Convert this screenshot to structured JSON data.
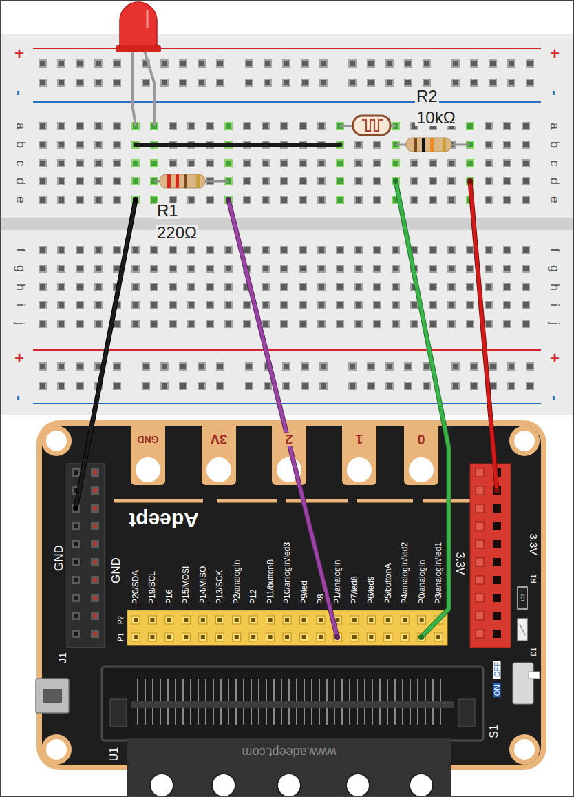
{
  "diagram": {
    "labels": [
      "+",
      "+",
      "-",
      "-",
      "a",
      "b",
      "c",
      "d",
      "e",
      "a",
      "b",
      "c",
      "d",
      "e",
      "f",
      "g",
      "h",
      "i",
      "j",
      "f",
      "g",
      "h",
      "i",
      "j",
      "+",
      "+",
      "-",
      "-",
      "R2",
      "10kΩ",
      "R1",
      "220Ω",
      "GND",
      "3V",
      "2",
      "1",
      "0",
      "Adeept",
      "GND",
      "GND",
      "3.3V",
      "3.3V",
      "P20/SDA",
      "P19/SCL",
      "P16",
      "P15/MOSI",
      "P14/MISO",
      "P13/SCK",
      "P2/analogIn",
      "P12",
      "P11/buttonB",
      "P10/anlogIn/led3",
      "P9/led",
      "P8",
      "P1/analogIn",
      "P7/led8",
      "P6/led9",
      "P5/buttonA",
      "P4/analogIn/led2",
      "P0/analogIn",
      "P3/analogIn/led1",
      "P1",
      "P2",
      "J1",
      "U1",
      "S1",
      "ON",
      "OFF",
      "R1",
      "102",
      "D1",
      "www.adeept.com"
    ]
  }
}
